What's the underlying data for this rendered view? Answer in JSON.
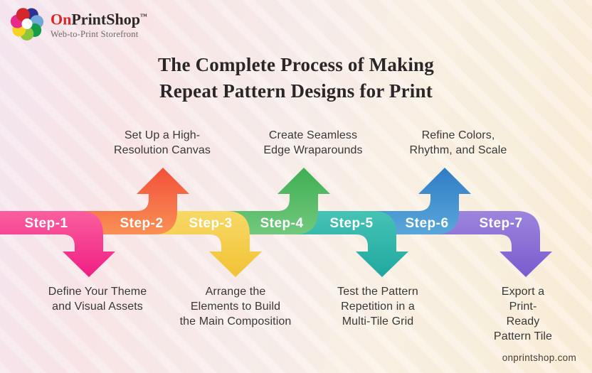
{
  "brand": {
    "name_primary": "On",
    "name_secondary": "PrintShop",
    "trademark": "™",
    "tagline": "Web-to-Print Storefront",
    "name_primary_color": "#dd2428",
    "name_secondary_color": "#2d2824",
    "petal_colors": [
      "#2e3191",
      "#6fa8d9",
      "#149c49",
      "#8cc63f",
      "#f8d222",
      "#e72a8c",
      "#d6262d"
    ]
  },
  "title": {
    "line1": "The Complete Process of Making",
    "line2": "Repeat Pattern Designs for Print"
  },
  "steps": [
    {
      "label": "Step-1",
      "caption": "Define Your Theme\nand Visual Assets",
      "direction": "down",
      "color_light": "#fb5f9e",
      "color_dark": "#ef1e84"
    },
    {
      "label": "Step-2",
      "caption": "Set Up a High-\nResolution Canvas",
      "direction": "up",
      "color_light": "#fa9055",
      "color_dark": "#f2503a"
    },
    {
      "label": "Step-3",
      "caption": "Arrange the\nElements to Build\nthe Main Composition",
      "direction": "down",
      "color_light": "#f7d967",
      "color_dark": "#f2c233"
    },
    {
      "label": "Step-4",
      "caption": "Create Seamless\nEdge Wraparounds",
      "direction": "up",
      "color_light": "#72c97e",
      "color_dark": "#3fae53"
    },
    {
      "label": "Step-5",
      "caption": "Test the Pattern\nRepetition in a\nMulti-Tile Grid",
      "direction": "down",
      "color_light": "#46c3b5",
      "color_dark": "#1fa8a0"
    },
    {
      "label": "Step-6",
      "caption": "Refine Colors,\nRhythm, and Scale",
      "direction": "up",
      "color_light": "#5aa7da",
      "color_dark": "#2f7cc5"
    },
    {
      "label": "Step-7",
      "caption": "Export a Print-\nReady Pattern Tile",
      "direction": "down",
      "color_light": "#9d85dd",
      "color_dark": "#7a5bcf"
    }
  ],
  "footer": {
    "website": "onprintshop.com"
  }
}
